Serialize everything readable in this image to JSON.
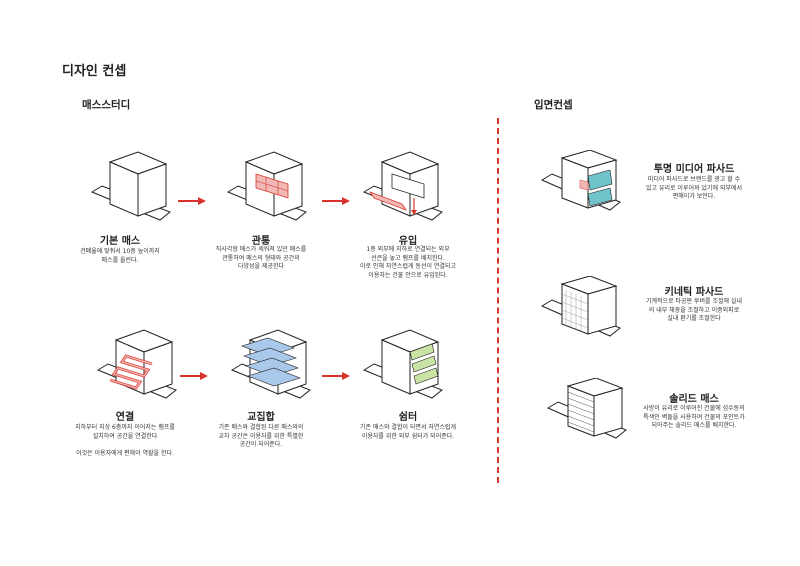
{
  "page_title": "디자인 컨셉",
  "left_section_title": "매스스터디",
  "right_section_title": "입면컨셉",
  "mass_study": [
    {
      "title": "기본 매스",
      "desc": "건폐율에 맞춰서 10층 높이까지\n매스를 올린다."
    },
    {
      "title": "관통",
      "desc": "직사각형 매스가 세워져 있던 매스를\n관통하여 매스의 형태와 공간의\n다양성을 제공한다"
    },
    {
      "title": "유입",
      "desc": "1층 외부에 지하로 연결되는 외부\n선큰을 놓고 램프를 배치한다.\n이로 인해 자연스럽게 동선이 연결되고\n이용자는 건물 안으로 유입된다."
    },
    {
      "title": "연결",
      "desc": "지하부터 지상 6층까지 이어지는 램프를\n설치하여 공간을 연결한다\n\n이것은 이용자에게 편해이 역할을 한다."
    },
    {
      "title": "교집합",
      "desc": "기존 매스와 결합된 다른 매스와의\n교차 공간은 이용자를 위한 특별한\n공간이 되어준다."
    },
    {
      "title": "쉼터",
      "desc": "기존 매스와 결합이 되면서 자연스럽게\n이용자를 위한 외부 쉼터가 되어준다."
    }
  ],
  "facade_concept": [
    {
      "title": "투명 미디어 파사드",
      "desc": "미디어 파사드로 브랜드를 광고 할 수\n있고 유리로 이루어져 있기에 외부에서\n편해이가 보인다."
    },
    {
      "title": "키네틱 파사드",
      "desc": "기계적으로 타공판 루버를 조절해 실내\n의 내부 채광을 조절하고 이중외피로\n실내 환기를 조절한다"
    },
    {
      "title": "솔리드 매스",
      "desc": "사방이 유리로 이루어진 건물에 섬수동의\n특색인 벽돌을 사용하여 건물의 포인트가\n되어주는 솔리드 매스를 배치한다."
    }
  ],
  "colors": {
    "accent_red": "#d9342b",
    "pink": "#f2b8b5",
    "blue": "#a9c8ea",
    "green": "#c9e3a6",
    "teal": "#6fc3c9"
  }
}
